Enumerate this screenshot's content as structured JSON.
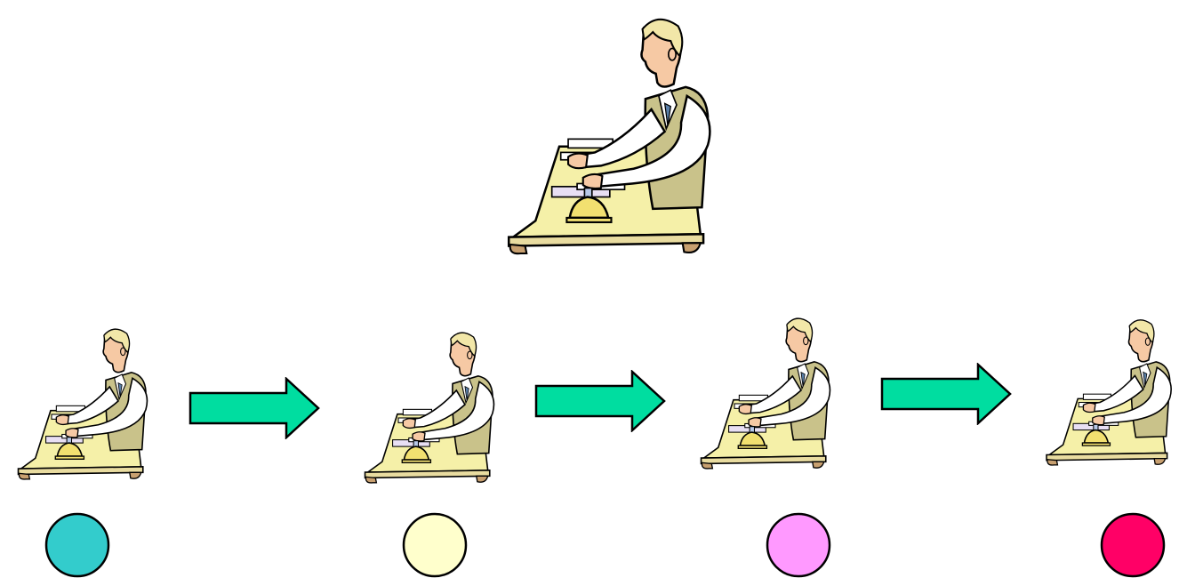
{
  "figures": [
    {
      "role": "supervisor",
      "icon": "clerk-at-desk-icon"
    },
    {
      "role": "worker-1",
      "icon": "clerk-at-desk-icon"
    },
    {
      "role": "worker-2",
      "icon": "clerk-at-desk-icon"
    },
    {
      "role": "worker-3",
      "icon": "clerk-at-desk-icon"
    },
    {
      "role": "worker-4",
      "icon": "clerk-at-desk-icon"
    }
  ],
  "arrows": [
    {
      "icon": "right-arrow-icon",
      "color": "#00DDA0"
    },
    {
      "icon": "right-arrow-icon",
      "color": "#00DDA0"
    },
    {
      "icon": "right-arrow-icon",
      "color": "#00DDA0"
    }
  ],
  "markers": [
    {
      "icon": "circle-marker-icon",
      "color": "#33CCCC"
    },
    {
      "icon": "circle-marker-icon",
      "color": "#FFFFCC"
    },
    {
      "icon": "circle-marker-icon",
      "color": "#FF99FF"
    },
    {
      "icon": "circle-marker-icon",
      "color": "#FF0066"
    }
  ],
  "palette": {
    "desk": "#F5F0A8",
    "desk_edge": "#C8A070",
    "vest": "#C9C28A",
    "skin": "#F6C9A4",
    "hair": "#F2E7A8",
    "stamp": "#F2E070",
    "outline": "#000000"
  }
}
